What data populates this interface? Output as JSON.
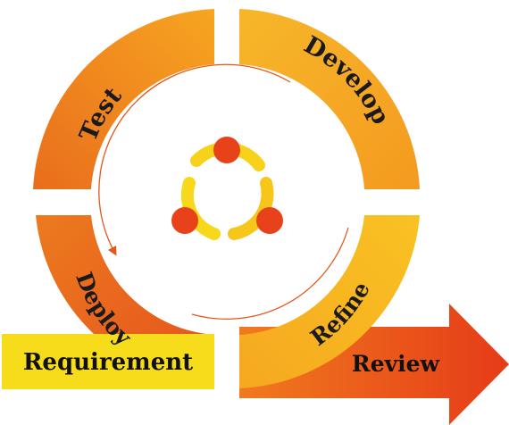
{
  "diagram": {
    "segments": [
      {
        "id": "test",
        "label": "Test"
      },
      {
        "id": "develop",
        "label": "Develop"
      },
      {
        "id": "deploy",
        "label": "Deploy"
      },
      {
        "id": "refine",
        "label": "Refine"
      }
    ],
    "requirement": {
      "label": "Requirement"
    },
    "review": {
      "label": "Review"
    },
    "center_icon": "team-collaboration-icon",
    "colors": {
      "orange": "#f08a1e",
      "light_orange": "#f6a21f",
      "deep_orange": "#e6601c",
      "yellow": "#f7d31a",
      "red_orange": "#e5421a",
      "inner_arc": "#e4571c",
      "node": "#e8421a"
    }
  }
}
